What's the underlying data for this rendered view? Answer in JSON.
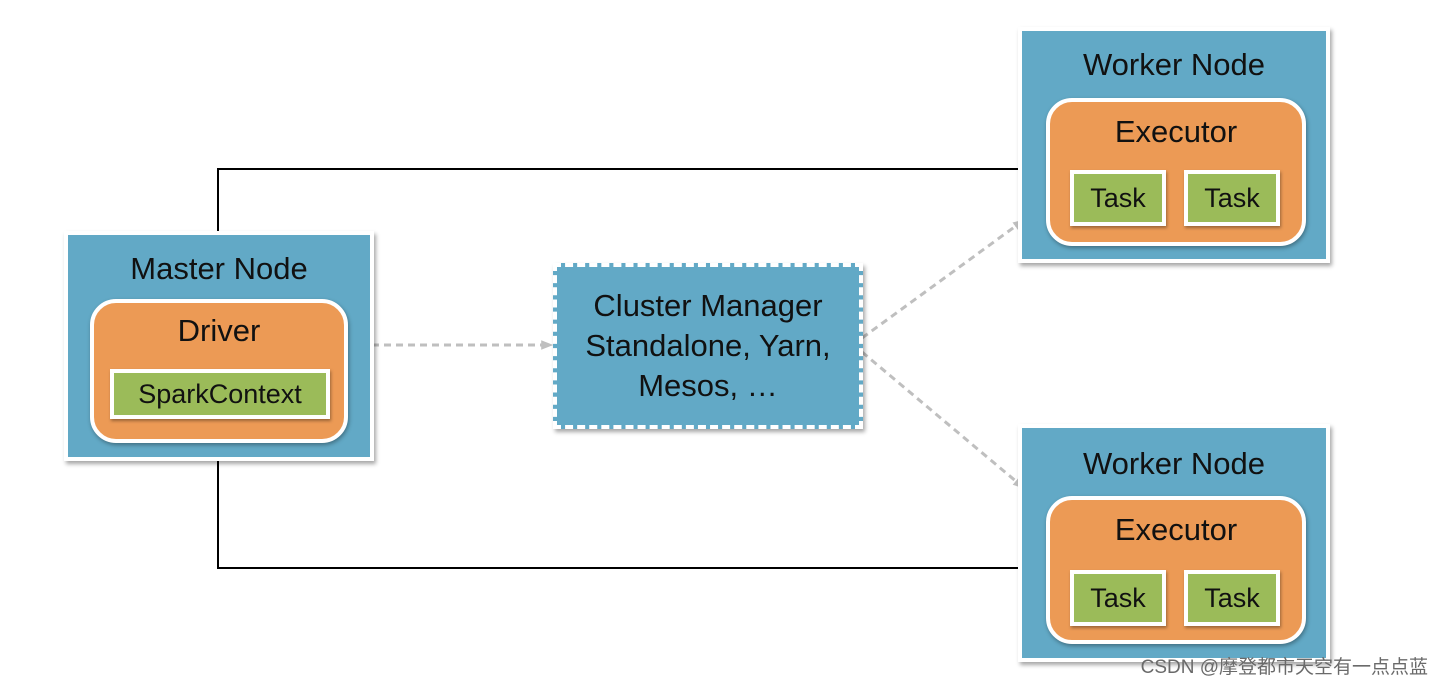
{
  "master_node": {
    "title": "Master Node",
    "driver": {
      "title": "Driver",
      "context": "SparkContext"
    }
  },
  "cluster_manager": {
    "lines": [
      "Cluster Manager",
      "Standalone, Yarn,",
      "Mesos, …"
    ]
  },
  "worker_nodes": [
    {
      "title": "Worker Node",
      "executor": {
        "title": "Executor",
        "tasks": [
          "Task",
          "Task"
        ]
      }
    },
    {
      "title": "Worker Node",
      "executor": {
        "title": "Executor",
        "tasks": [
          "Task",
          "Task"
        ]
      }
    }
  ],
  "watermark": "CSDN @摩登都市天空有一点点蓝",
  "colors": {
    "node_blue": "#62a9c6",
    "process_orange": "#ec9a55",
    "task_green": "#9bbb59",
    "arrow_solid": "#000000",
    "arrow_dashed": "#bfbfbf"
  }
}
